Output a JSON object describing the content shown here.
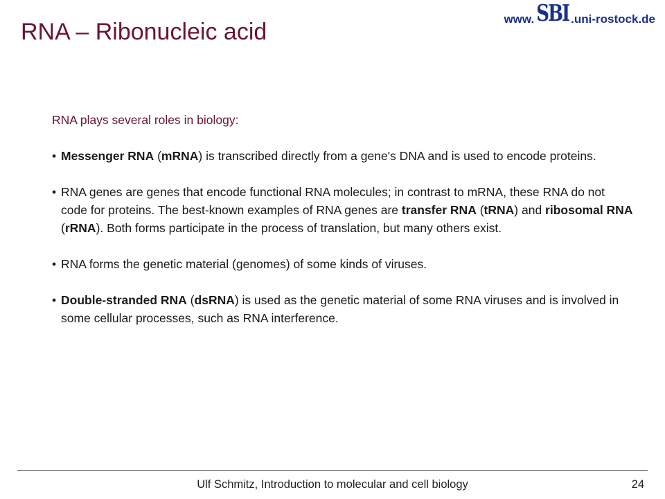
{
  "slide": {
    "title": "RNA – Ribonucleic acid",
    "site_prefix": "www.",
    "site_logo": "SBI",
    "site_suffix": ".uni-rostock.de"
  },
  "body": {
    "intro": "RNA plays several roles in biology:",
    "bullet_1": {
      "t1": "Messenger RNA",
      "t2": " (",
      "t3": "mRNA",
      "t4": ") is transcribed directly from a gene's DNA and is used to encode proteins."
    },
    "bullet_2": {
      "t1": "RNA genes are genes that encode functional RNA molecules; in contrast to mRNA, these RNA do not code for proteins. The best-known examples of RNA genes are ",
      "t2": "transfer RNA",
      "t3": " (",
      "t4": "tRNA",
      "t5": ") and ",
      "t6": "ribosomal RNA",
      "t7": " (",
      "t8": "rRNA",
      "t9": "). Both forms participate in the process of translation, but many others exist."
    },
    "bullet_3": {
      "t1": "RNA forms the genetic material (genomes) of some kinds of viruses."
    },
    "bullet_4": {
      "t1": "Double-stranded RNA",
      "t2": " (",
      "t3": "dsRNA",
      "t4": ") is used as the genetic material of some RNA viruses and is involved in some cellular processes, such as RNA interference."
    },
    "bullet_char": "•"
  },
  "footer": {
    "text": "Ulf Schmitz, Introduction to molecular and cell biology",
    "page": "24"
  }
}
